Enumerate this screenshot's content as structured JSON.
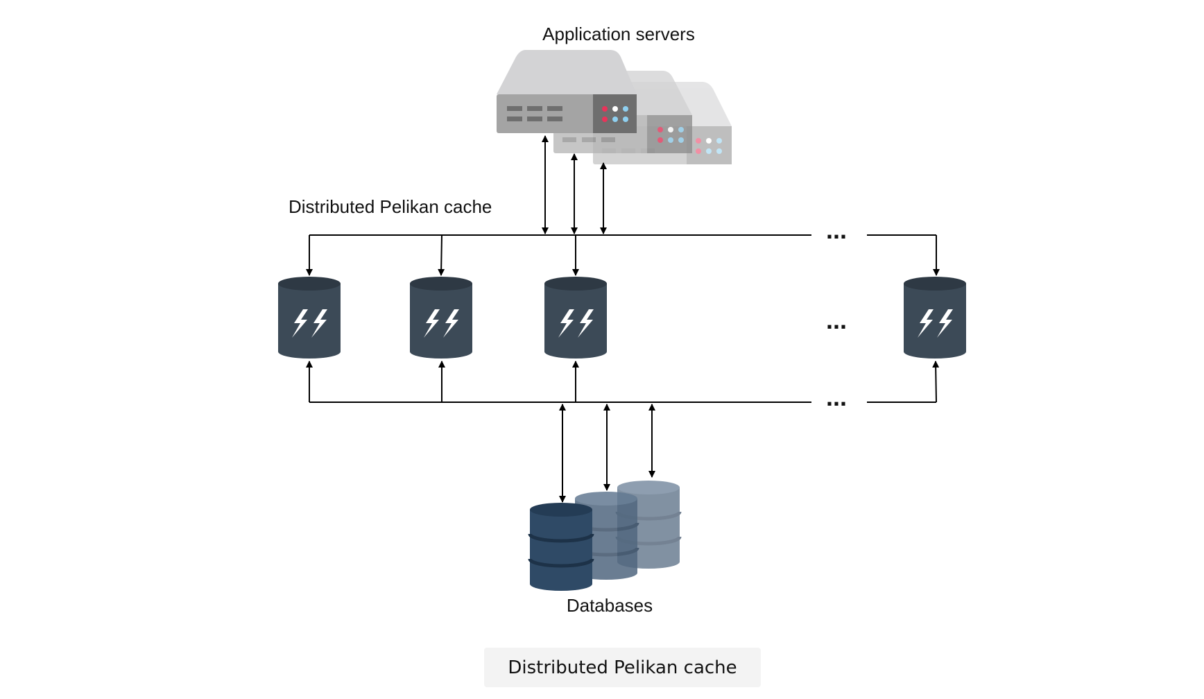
{
  "labels": {
    "app_servers": "Application servers",
    "cache_layer": "Distributed Pelikan cache",
    "databases": "Databases",
    "ellipsis": "...",
    "caption": "Distributed Pelikan cache"
  },
  "colors": {
    "server_body": "#a4a4a4",
    "server_top": "#d3d3d5",
    "server_panel": "#6e6e6e",
    "led_red": "#e8345a",
    "led_white": "#ffffff",
    "led_blue": "#8fd0f0",
    "cache_node": "#3c4a57",
    "cache_node_top": "#2e3944",
    "db_front": "#2f4a66",
    "db_back": "#51677f",
    "line": "#000000",
    "caption_bg": "#f3f3f3"
  },
  "nodes": {
    "app_server_icon": "server-stack-icon",
    "cache_node_icon": "lightning-cylinder-icon",
    "database_icon": "database-stack-icon"
  }
}
